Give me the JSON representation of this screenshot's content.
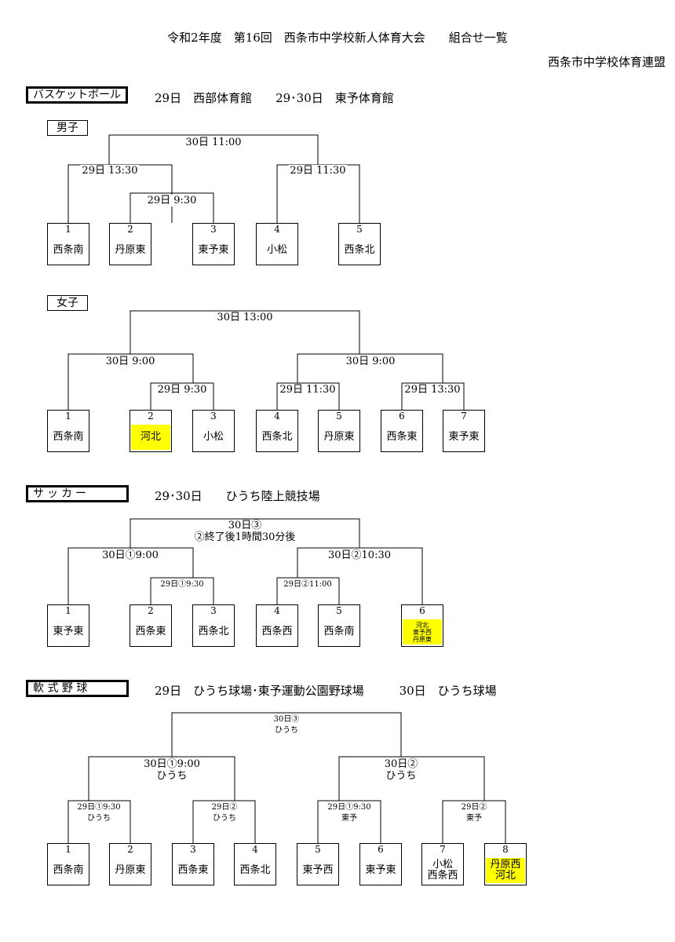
{
  "header": {
    "title": "令和2年度　第16回　西条市中学校新人体育大会　　組合せ一覧",
    "organizer": "西条市中学校体育連盟"
  },
  "basketball": {
    "label": "バスケットボール",
    "venue": "29日　西部体育館　　29･30日　東予体育館",
    "boys": {
      "label": "男子",
      "teams": [
        {
          "num": "1",
          "name": "西条南"
        },
        {
          "num": "2",
          "name": "丹原東"
        },
        {
          "num": "3",
          "name": "東予東"
        },
        {
          "num": "4",
          "name": "小松"
        },
        {
          "num": "5",
          "name": "西条北"
        }
      ],
      "matches": {
        "final": "30日 11:00",
        "left_semi": "29日 13:30",
        "first": "29日 9:30",
        "right_semi": "29日 11:30"
      }
    },
    "girls": {
      "label": "女子",
      "teams": [
        {
          "num": "1",
          "name": "西条南"
        },
        {
          "num": "2",
          "name": "河北"
        },
        {
          "num": "3",
          "name": "小松"
        },
        {
          "num": "4",
          "name": "西条北"
        },
        {
          "num": "5",
          "name": "丹原東"
        },
        {
          "num": "6",
          "name": "西条東"
        },
        {
          "num": "7",
          "name": "東予東"
        }
      ],
      "matches": {
        "final": "30日 13:00",
        "left_semi": "30日 9:00",
        "right_semi": "30日 9:00",
        "m23": "29日 9:30",
        "m45": "29日 11:30",
        "m67": "29日 13:30"
      }
    }
  },
  "soccer": {
    "label": "サッカー",
    "venue": "29･30日　　ひうち陸上競技場",
    "teams": [
      {
        "num": "1",
        "name": "東予東"
      },
      {
        "num": "2",
        "name": "西条東"
      },
      {
        "num": "3",
        "name": "西条北"
      },
      {
        "num": "4",
        "name": "西条西"
      },
      {
        "num": "5",
        "name": "西条南"
      },
      {
        "num": "6",
        "name": "河北\n東予西\n丹原東"
      }
    ],
    "matches": {
      "final": "30日③\n②終了後1時間30分後",
      "left_semi": "30日①9:00",
      "right_semi": "30日②10:30",
      "m23": "29日①9:30",
      "m45": "29日②11:00"
    }
  },
  "baseball": {
    "label": "軟 式 野 球",
    "venue": "29日　ひうち球場･東予運動公園野球場　　　30日　ひうち球場",
    "teams": [
      {
        "num": "1",
        "name": "西条南"
      },
      {
        "num": "2",
        "name": "丹原東"
      },
      {
        "num": "3",
        "name": "西条東"
      },
      {
        "num": "4",
        "name": "西条北"
      },
      {
        "num": "5",
        "name": "東予西"
      },
      {
        "num": "6",
        "name": "東予東"
      },
      {
        "num": "7",
        "name": "小松\n西条西"
      },
      {
        "num": "8",
        "name": "丹原西\n河北"
      }
    ],
    "matches": {
      "final": "30日③\nひうち",
      "left_semi": "30日①9:00\nひうち",
      "right_semi": "30日②\nひうち",
      "m12": "29日①9:30\nひうち",
      "m34": "29日②\nひうち",
      "m56": "29日①9:30\n東予",
      "m78": "29日②\n東予"
    }
  }
}
